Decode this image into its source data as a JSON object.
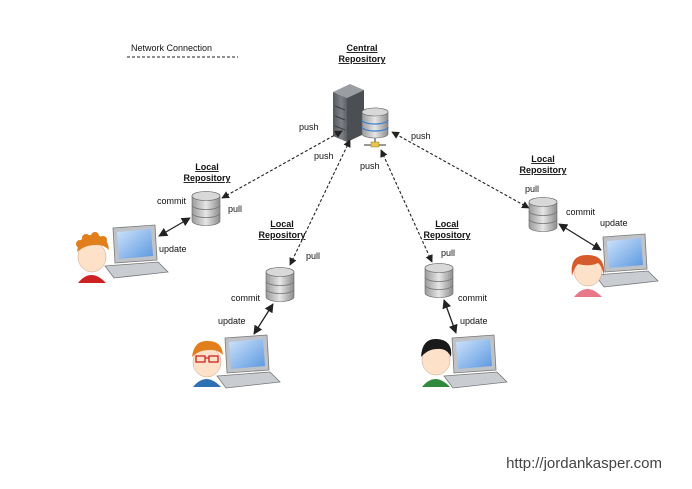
{
  "legend": {
    "label": "Network Connection"
  },
  "central": {
    "title_line1": "Central",
    "title_line2": "Repository"
  },
  "central_labels": [
    "push",
    "push",
    "push",
    "push"
  ],
  "repos": [
    {
      "title_line1": "Local",
      "title_line2": "Repository",
      "pull": "pull",
      "commit": "commit",
      "update": "update"
    },
    {
      "title_line1": "Local",
      "title_line2": "Repository",
      "pull": "pull",
      "commit": "commit",
      "update": "update"
    },
    {
      "title_line1": "Local",
      "title_line2": "Repository",
      "pull": "pull",
      "commit": "commit",
      "update": "update"
    },
    {
      "title_line1": "Local",
      "title_line2": "Repository",
      "pull": "pull",
      "commit": "commit",
      "update": "update"
    }
  ],
  "credit": "http://jordankasper.com",
  "colors": {
    "server": "#6b6e73",
    "db_body": "#c9c9c9",
    "db_dark": "#8a8a8a",
    "laptop_screen": "#7fb3ee",
    "dev1_hair": "#e07f1c",
    "dev2_hair": "#e07f1c",
    "dev3_hair": "#1a1a1a",
    "dev4_hair": "#d65a2a",
    "dev1_shirt": "#cc2222",
    "dev2_shirt": "#2f6fb4",
    "dev3_shirt": "#2f8a3c",
    "dev4_shirt": "#e8778a"
  },
  "icons": [
    "server-icon",
    "database-icon",
    "laptop-icon",
    "developer-avatar-icon"
  ]
}
